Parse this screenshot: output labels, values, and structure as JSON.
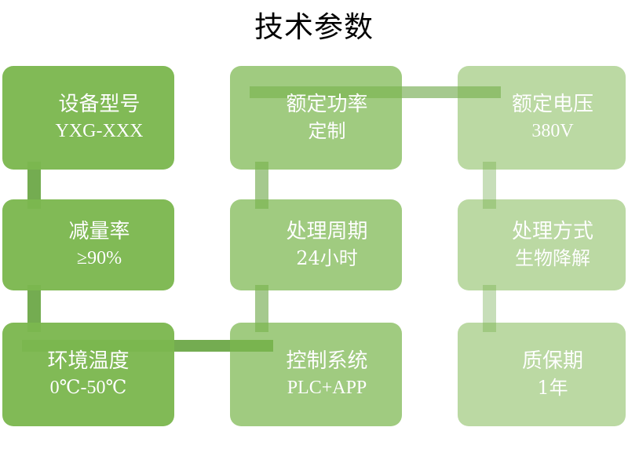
{
  "slide": {
    "title": "技术参数",
    "background_color": "#ffffff",
    "accent_color": "#7cb74f",
    "connector_color": "#6da848",
    "text_color": "#ffffff",
    "title_color": "#000000"
  },
  "diagram": {
    "type": "grid-flow",
    "rows": 3,
    "columns": 3,
    "cards": [
      {
        "id": "device-model",
        "label": "设备型号",
        "value": "YXG-XXX",
        "row": 1,
        "col": 1,
        "value_is_cjk": false
      },
      {
        "id": "rated-power",
        "label": "额定功率",
        "value": "定制",
        "row": 1,
        "col": 2,
        "value_is_cjk": true
      },
      {
        "id": "rated-voltage",
        "label": "额定电压",
        "value": "380V",
        "row": 1,
        "col": 3,
        "value_is_cjk": false
      },
      {
        "id": "reduction-rate",
        "label": "减量率",
        "value": "≥90%",
        "row": 2,
        "col": 1,
        "value_is_cjk": false
      },
      {
        "id": "treatment-cycle",
        "label": "处理周期",
        "value": "24小时",
        "row": 2,
        "col": 2,
        "value_is_cjk": true
      },
      {
        "id": "treatment-method",
        "label": "处理方式",
        "value": "生物降解",
        "row": 2,
        "col": 3,
        "value_is_cjk": true
      },
      {
        "id": "ambient-temperature",
        "label": "环境温度",
        "value": "0℃-50℃",
        "row": 3,
        "col": 1,
        "value_is_cjk": false
      },
      {
        "id": "control-system",
        "label": "控制系统",
        "value": "PLC+APP",
        "row": 3,
        "col": 2,
        "value_is_cjk": false
      },
      {
        "id": "warranty-period",
        "label": "质保期",
        "value": "1年",
        "row": 3,
        "col": 3,
        "value_is_cjk": true
      }
    ],
    "connectors": [
      {
        "id": "conn-r1c2-to-r1c3",
        "orientation": "horizontal",
        "from": "rated-power",
        "to": "rated-voltage"
      },
      {
        "id": "conn-r1c1-to-r2c1",
        "orientation": "vertical",
        "from": "device-model",
        "to": "reduction-rate"
      },
      {
        "id": "conn-r1c2-to-r2c2",
        "orientation": "vertical",
        "from": "rated-power",
        "to": "treatment-cycle"
      },
      {
        "id": "conn-r1c3-to-r2c3",
        "orientation": "vertical",
        "from": "rated-voltage",
        "to": "treatment-method"
      },
      {
        "id": "conn-r2c1-to-r3c1",
        "orientation": "vertical",
        "from": "reduction-rate",
        "to": "ambient-temperature"
      },
      {
        "id": "conn-r2c2-to-r3c2",
        "orientation": "vertical",
        "from": "treatment-cycle",
        "to": "control-system"
      },
      {
        "id": "conn-r2c3-to-r3c3",
        "orientation": "vertical",
        "from": "treatment-method",
        "to": "warranty-period"
      },
      {
        "id": "conn-r3c1-to-r3c2",
        "orientation": "horizontal",
        "from": "ambient-temperature",
        "to": "control-system"
      }
    ]
  }
}
